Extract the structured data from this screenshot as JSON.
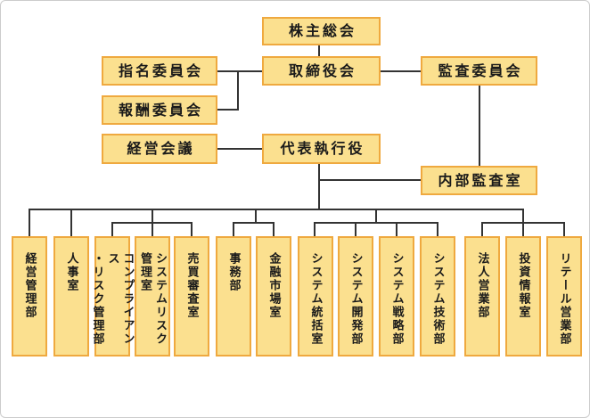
{
  "chart_title": "organization-chart",
  "colors": {
    "box_fill": "#FBE08F",
    "box_border": "#EFA93F",
    "connector_line": "#333333",
    "page_border": "#CCCCCC",
    "text": "#1A1A1A"
  },
  "nodes": {
    "shareholders_meeting": {
      "label": "株主総会"
    },
    "nomination_committee": {
      "label": "指名委員会"
    },
    "board_of_directors": {
      "label": "取締役会"
    },
    "audit_committee": {
      "label": "監査委員会"
    },
    "compensation_committee": {
      "label": "報酬委員会"
    },
    "management_council": {
      "label": "経営会議"
    },
    "representative_executive_officer": {
      "label": "代表執行役"
    },
    "internal_audit_office": {
      "label": "内部監査室"
    }
  },
  "departments": [
    {
      "label": "経営管理部"
    },
    {
      "label": "人事室"
    },
    {
      "label": "コンプライアンス\n・リスク管理部"
    },
    {
      "label": "システムリスク\n管理室"
    },
    {
      "label": "売買審査室"
    },
    {
      "label": "事務部"
    },
    {
      "label": "金融市場室"
    },
    {
      "label": "システム統括室"
    },
    {
      "label": "システム開発部"
    },
    {
      "label": "システム戦略部"
    },
    {
      "label": "システム技術部"
    },
    {
      "label": "法人営業部"
    },
    {
      "label": "投資情報室"
    },
    {
      "label": "リテール営業部"
    }
  ]
}
